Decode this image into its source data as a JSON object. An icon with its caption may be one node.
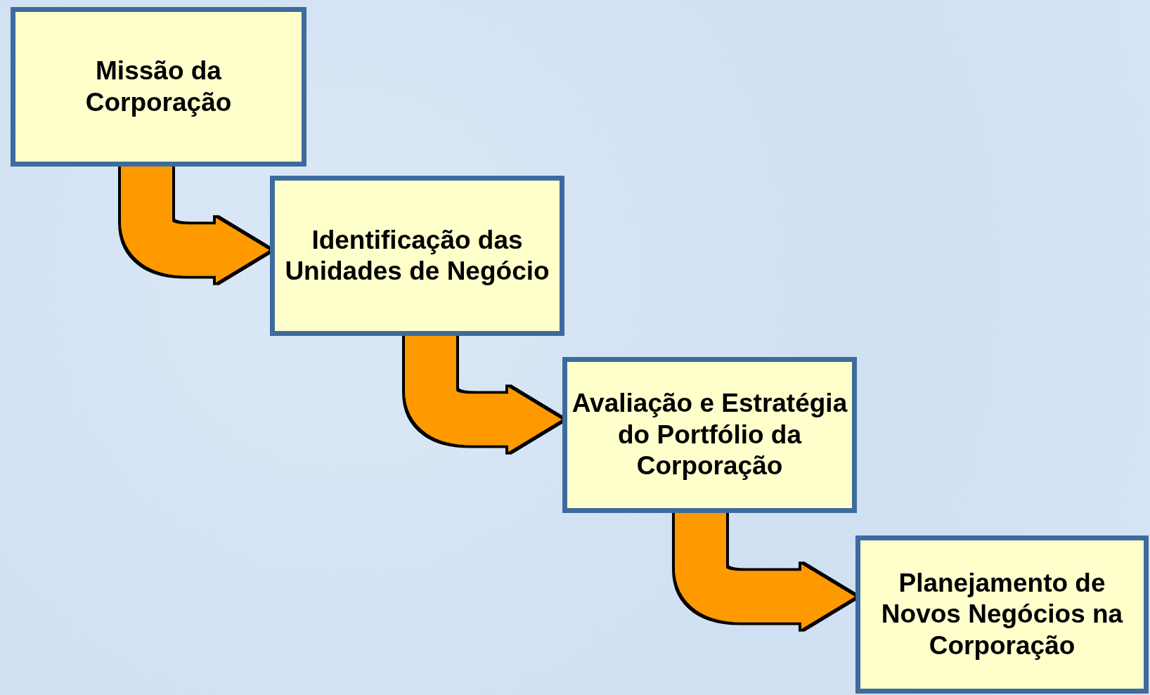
{
  "diagram": {
    "nodes": [
      {
        "text": [
          "Missão da Corporação"
        ]
      },
      {
        "text": [
          "Identificação das Unidades de Negócio"
        ]
      },
      {
        "text": [
          "Avaliação e Estratégia do Portfólio da Corporação"
        ]
      },
      {
        "text": [
          "Planejamento de Novos Negócios na Corporação"
        ]
      }
    ],
    "edges": [
      {
        "from": 0,
        "to": 1,
        "arrow": "to"
      },
      {
        "from": 1,
        "to": 2,
        "arrow": "to"
      },
      {
        "from": 2,
        "to": 3,
        "arrow": "to"
      }
    ]
  }
}
